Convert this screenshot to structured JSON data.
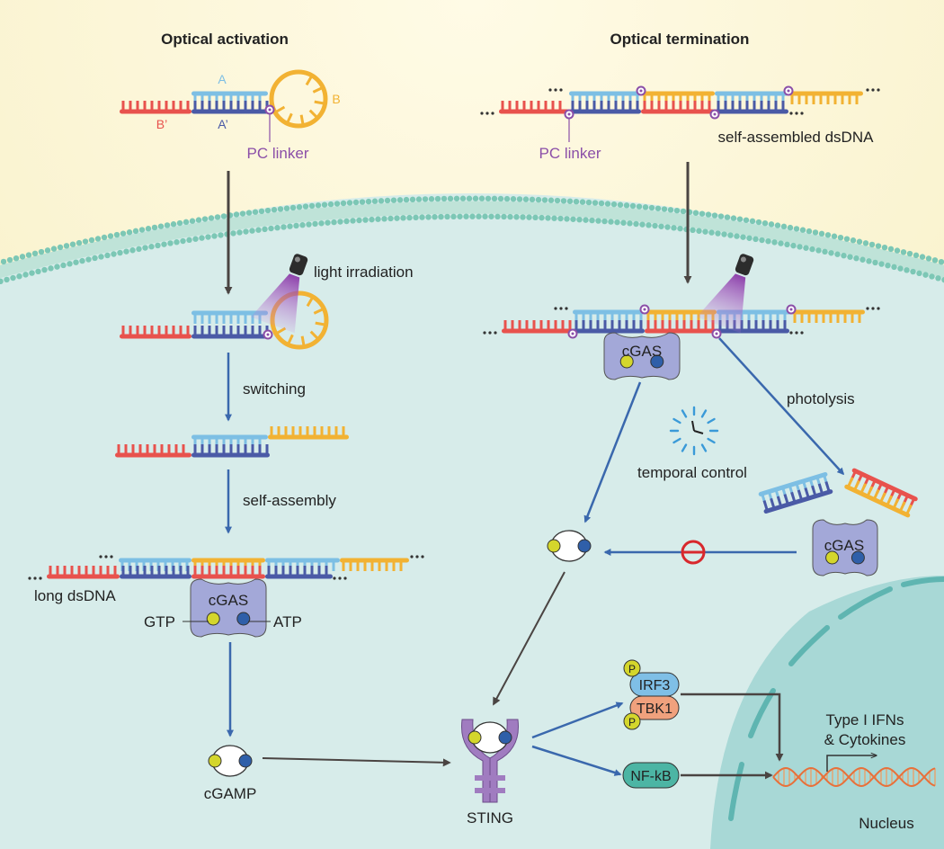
{
  "titles": {
    "left": "Optical activation",
    "right": "Optical termination"
  },
  "strand_labels": {
    "a": "A",
    "b": "B",
    "b_prime": "B’",
    "a_prime": "A’"
  },
  "labels": {
    "pc_linker_left": "PC linker",
    "pc_linker_right": "PC linker",
    "self_assembled": "self-assembled dsDNA",
    "light": "light irradiation",
    "switching": "switching",
    "self_assembly": "self-assembly",
    "long_dsdna": "long dsDNA",
    "gtp": "GTP",
    "atp": "ATP",
    "cgamp": "cGAMP",
    "sting": "STING",
    "photolysis": "photolysis",
    "temporal": "temporal control",
    "nucleus": "Nucleus",
    "ifn_line1": "Type I IFNs",
    "ifn_line2": "& Cytokines"
  },
  "proteins": {
    "cgas": "cGAS",
    "irf3": "IRF3",
    "tbk1": "TBK1",
    "nfkb": "NF-kB",
    "phospho": "P"
  },
  "colors": {
    "strand_a": "#7dbfe4",
    "strand_b": "#f2b233",
    "strand_b_prime": "#e8524d",
    "strand_a_prime": "#4a5aa6",
    "pc_linker": "#8b4fa8",
    "cgas": "#a3a8d8",
    "blue_arrow": "#3a68ad",
    "dark_arrow": "#4a4442",
    "cell_interior": "#d7ecea",
    "membrane": "#7cc7b5",
    "nucleus": "#a8d8d6",
    "gtp_ball": "#d4d62c",
    "atp_ball": "#2f5fa9",
    "irf3": "#7fbfe6",
    "tbk1": "#f0a17d",
    "nfkb": "#4cb5a4",
    "inhibit": "#d8282d"
  }
}
